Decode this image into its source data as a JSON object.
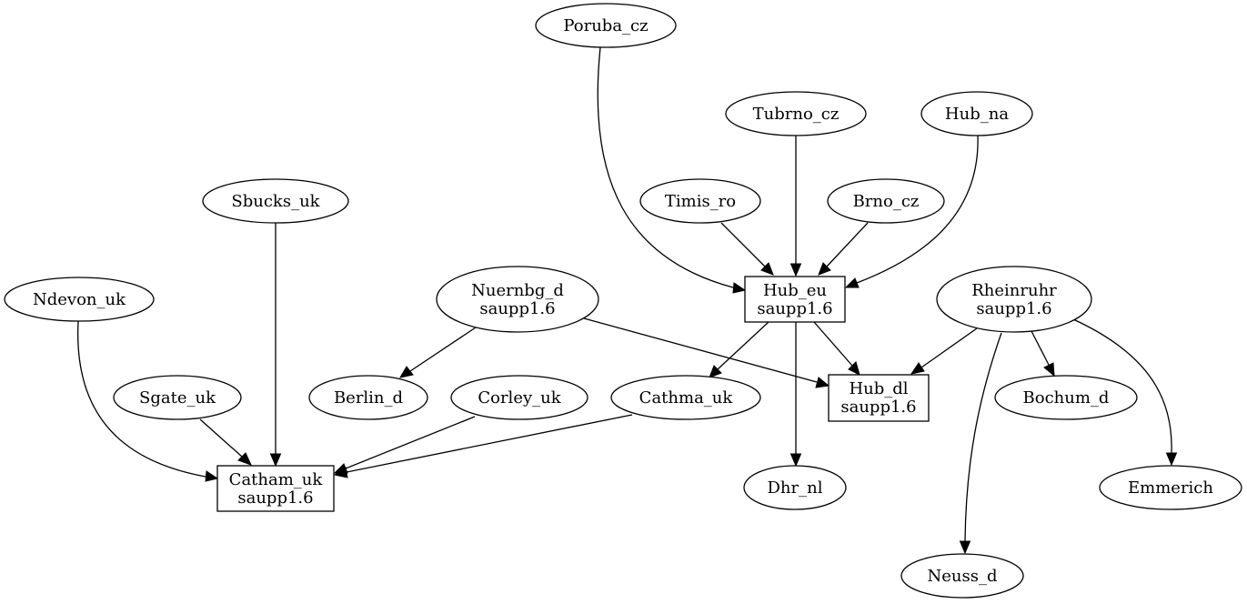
{
  "nodes": {
    "poruba_cz": {
      "label": "Poruba_cz"
    },
    "tubrno_cz": {
      "label": "Tubrno_cz"
    },
    "hub_na": {
      "label": "Hub_na"
    },
    "sbucks_uk": {
      "label": "Sbucks_uk"
    },
    "timis_ro": {
      "label": "Timis_ro"
    },
    "brno_cz": {
      "label": "Brno_cz"
    },
    "ndevon_uk": {
      "label": "Ndevon_uk"
    },
    "nuernbg_d": {
      "line1": "Nuernbg_d",
      "line2": "saupp1.6"
    },
    "hub_eu": {
      "line1": "Hub_eu",
      "line2": "saupp1.6"
    },
    "rheinruhr": {
      "line1": "Rheinruhr",
      "line2": "saupp1.6"
    },
    "sgate_uk": {
      "label": "Sgate_uk"
    },
    "berlin_d": {
      "label": "Berlin_d"
    },
    "corley_uk": {
      "label": "Corley_uk"
    },
    "cathma_uk": {
      "label": "Cathma_uk"
    },
    "hub_dl": {
      "line1": "Hub_dl",
      "line2": "saupp1.6"
    },
    "bochum_d": {
      "label": "Bochum_d"
    },
    "catham_uk": {
      "line1": "Catham_uk",
      "line2": "saupp1.6"
    },
    "dhr_nl": {
      "label": "Dhr_nl"
    },
    "emmerich": {
      "label": "Emmerich"
    },
    "neuss_d": {
      "label": "Neuss_d"
    }
  },
  "edges": [
    {
      "from": "Poruba_cz",
      "to": "Hub_eu"
    },
    {
      "from": "Tubrno_cz",
      "to": "Hub_eu"
    },
    {
      "from": "Hub_na",
      "to": "Hub_eu"
    },
    {
      "from": "Timis_ro",
      "to": "Hub_eu"
    },
    {
      "from": "Brno_cz",
      "to": "Hub_eu"
    },
    {
      "from": "Sbucks_uk",
      "to": "Catham_uk"
    },
    {
      "from": "Ndevon_uk",
      "to": "Catham_uk"
    },
    {
      "from": "Sgate_uk",
      "to": "Catham_uk"
    },
    {
      "from": "Corley_uk",
      "to": "Catham_uk"
    },
    {
      "from": "Cathma_uk",
      "to": "Catham_uk"
    },
    {
      "from": "Nuernbg_d",
      "to": "Berlin_d"
    },
    {
      "from": "Nuernbg_d",
      "to": "Hub_dl"
    },
    {
      "from": "Hub_eu",
      "to": "Cathma_uk"
    },
    {
      "from": "Hub_eu",
      "to": "Dhr_nl"
    },
    {
      "from": "Hub_eu",
      "to": "Hub_dl"
    },
    {
      "from": "Rheinruhr",
      "to": "Hub_dl"
    },
    {
      "from": "Rheinruhr",
      "to": "Bochum_d"
    },
    {
      "from": "Rheinruhr",
      "to": "Emmerich"
    },
    {
      "from": "Rheinruhr",
      "to": "Neuss_d"
    }
  ]
}
